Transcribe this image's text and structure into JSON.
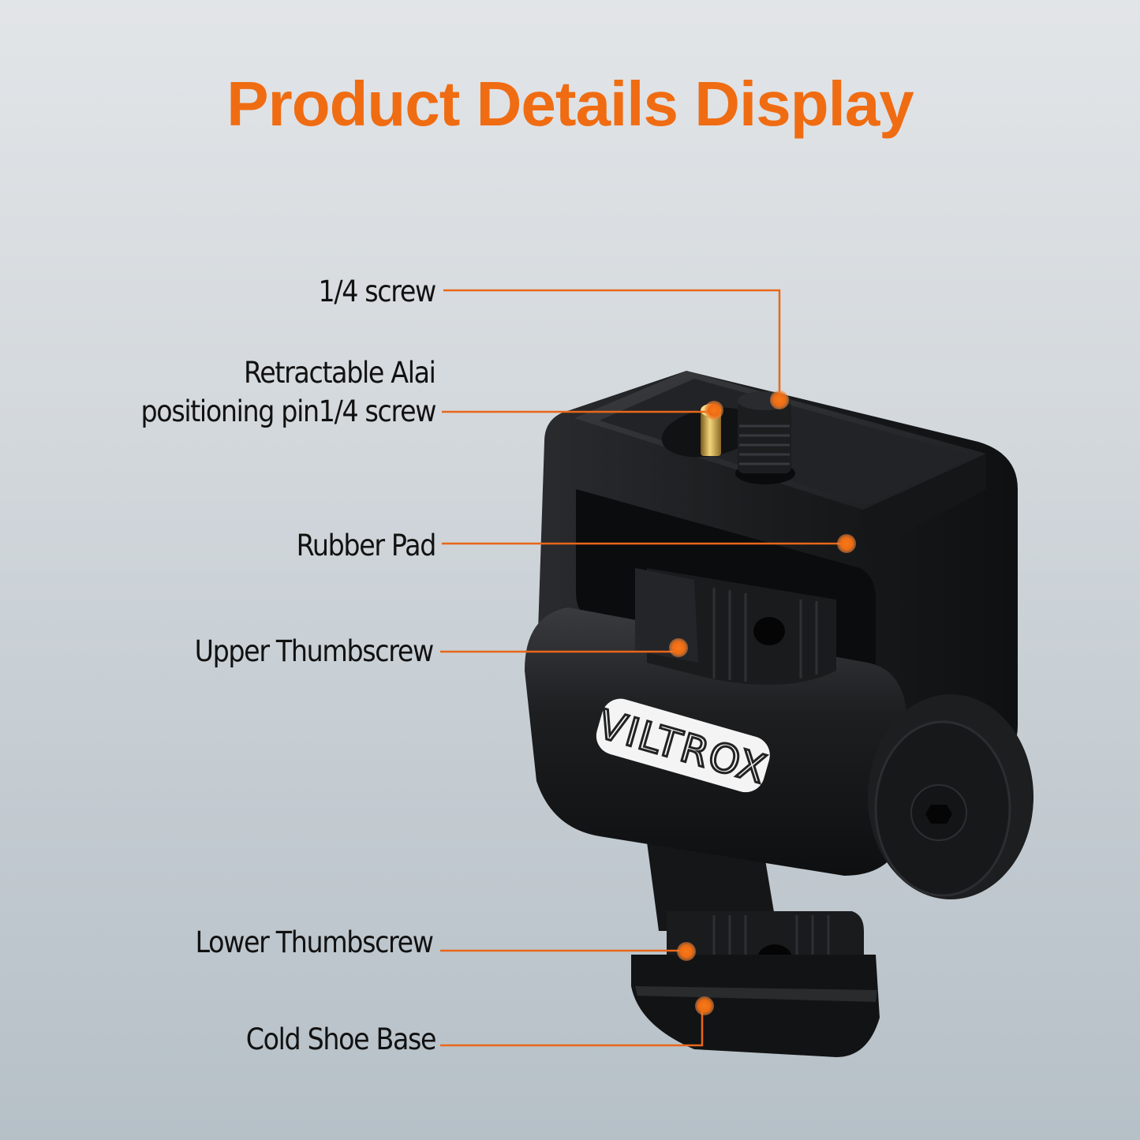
{
  "header": {
    "title": "Product Details Display"
  },
  "product": {
    "brand_badge": "VILTROX",
    "accent_color": "#f06c12",
    "body_color": "#1e1f21"
  },
  "callouts": [
    {
      "id": "quarter-screw",
      "label": "1/4 screw"
    },
    {
      "id": "positioning-pin",
      "label_line1": "Retractable Alai",
      "label_line2": "positioning pin1/4 screw"
    },
    {
      "id": "rubber-pad",
      "label": "Rubber Pad"
    },
    {
      "id": "upper-thumbscrew",
      "label": "Upper Thumbscrew"
    },
    {
      "id": "lower-thumbscrew",
      "label": "Lower Thumbscrew"
    },
    {
      "id": "cold-shoe-base",
      "label": "Cold Shoe Base"
    }
  ]
}
